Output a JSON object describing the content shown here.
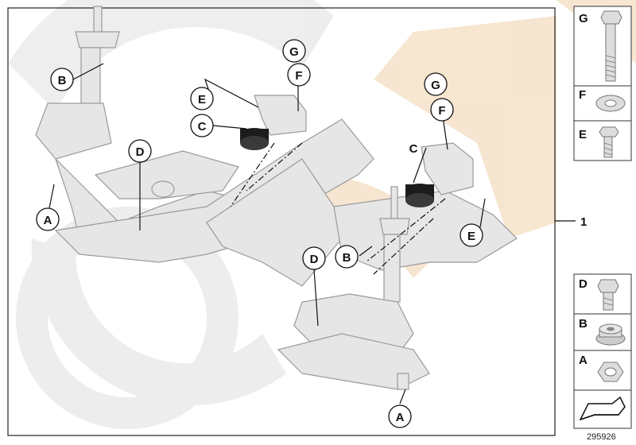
{
  "diagram": {
    "callouts": {
      "b_top": "B",
      "a_left": "A",
      "d_left": "D",
      "e_left": "E",
      "c_left": "C",
      "g_left": "G",
      "f_left": "F",
      "g_right": "G",
      "f_right": "F",
      "c_right": "C",
      "e_right": "E",
      "b_mid": "B",
      "d_mid": "D",
      "a_bottom": "A"
    },
    "assembly_label": "1",
    "parts_top": [
      {
        "letter": "G",
        "part": "bolt-long"
      },
      {
        "letter": "F",
        "part": "washer"
      },
      {
        "letter": "E",
        "part": "bolt-short"
      }
    ],
    "parts_bottom": [
      {
        "letter": "D",
        "part": "bolt"
      },
      {
        "letter": "B",
        "part": "collar-nut"
      },
      {
        "letter": "A",
        "part": "hex-nut"
      }
    ],
    "image_number": "295926"
  }
}
